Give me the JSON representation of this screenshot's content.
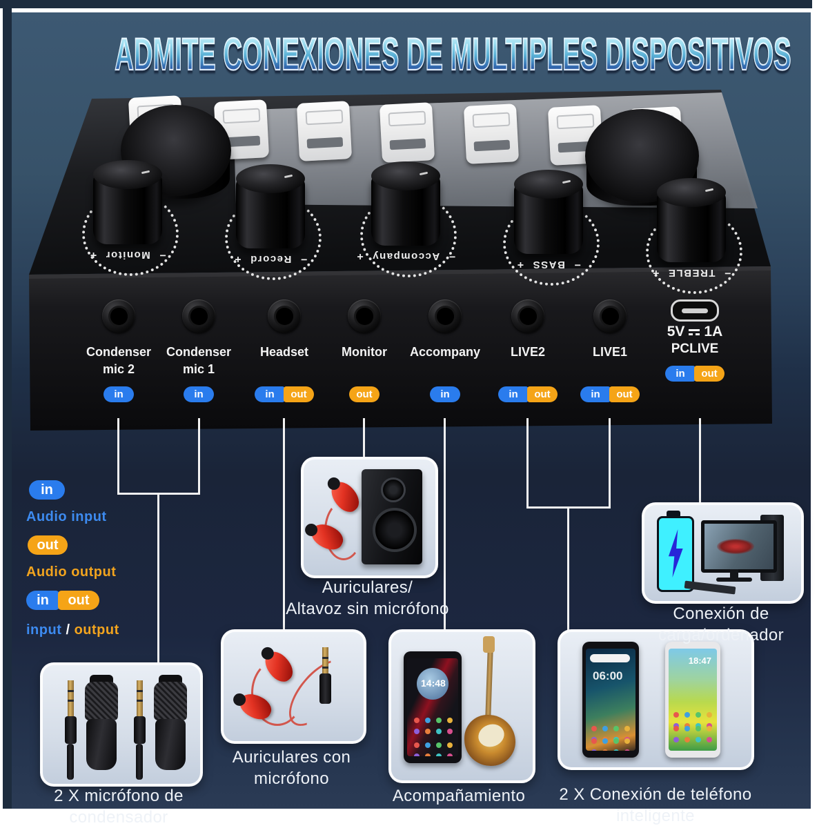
{
  "title": "ADMITE CONEXIONES DE MULTIPLES DISPOSITIVOS",
  "badges": {
    "in": "in",
    "out": "out"
  },
  "device": {
    "knob_plus": "+",
    "knob_minus": "−",
    "knobs": [
      {
        "name": "Monitor"
      },
      {
        "name": "Record"
      },
      {
        "name": "Accompany"
      },
      {
        "name": "BASS"
      },
      {
        "name": "TREBLE"
      }
    ],
    "ports": [
      {
        "label1": "Condenser",
        "label2": "mic 2"
      },
      {
        "label1": "Condenser",
        "label2": "mic 1"
      },
      {
        "label1": "Headset"
      },
      {
        "label1": "Monitor"
      },
      {
        "label1": "Accompany"
      },
      {
        "label1": "LIVE2"
      },
      {
        "label1": "LIVE1"
      }
    ],
    "usb": {
      "power_left": "5V",
      "power_right": "1A",
      "label": "PCLIVE"
    }
  },
  "legend": {
    "in_label": "Audio input",
    "out_label": "Audio output",
    "io_in": "input",
    "io_sep": "/",
    "io_out": "output"
  },
  "cards": {
    "mics": {
      "caption": "2 X micrófono de condensador"
    },
    "headset_mic": {
      "caption1": "Auriculares con",
      "caption2": "micrófono"
    },
    "speaker": {
      "caption1": "Auriculares/",
      "caption2": "Altavoz sin micrófono"
    },
    "accompany": {
      "caption": "Acompañamiento",
      "clock": "14:48"
    },
    "pc": {
      "caption": "Conexión de carga/ordenador"
    },
    "phones": {
      "caption": "2 X Conexión de teléfono inteligente",
      "clock1": "06:00",
      "clock2": "18:47"
    }
  },
  "colors": {
    "in_badge": "#2a7ced",
    "out_badge": "#f5a417",
    "panel_top": "#3d5973",
    "panel_dark": "#1a2438"
  }
}
